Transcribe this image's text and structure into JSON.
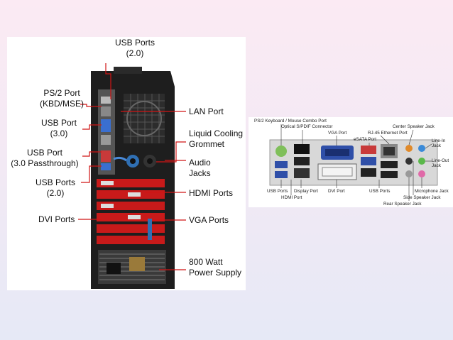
{
  "left_labels": {
    "usb_top": {
      "l1": "USB Ports",
      "l2": "(2.0)"
    },
    "ps2": {
      "l1": "PS/2 Port",
      "l2": "(KBD/MSE)"
    },
    "usb30": {
      "l1": "USB Port",
      "l2": "(3.0)"
    },
    "usb_pass": {
      "l1": "USB Port",
      "l2": "(3.0 Passthrough)"
    },
    "usb20": {
      "l1": "USB Ports",
      "l2": "(2.0)"
    },
    "dvi": {
      "l1": "DVI Ports"
    },
    "lan": {
      "l1": "LAN Port"
    },
    "liquid": {
      "l1": "Liquid Cooling",
      "l2": "Grommet"
    },
    "audio": {
      "l1": "Audio",
      "l2": "Jacks"
    },
    "hdmi": {
      "l1": "HDMI Ports"
    },
    "vga": {
      "l1": "VGA Ports"
    },
    "psu": {
      "l1": "800 Watt",
      "l2": "Power Supply"
    }
  },
  "right_labels": {
    "ps2_combo": "PS/2 Keyboard / Mouse Combo Port",
    "spdif": "Optical S/PDIF Connector",
    "vga_port": "VGA Port",
    "rj45": "RJ-45 Ethernet Port",
    "center_speaker": "Center Speaker Jack",
    "esata": "eSATA Port",
    "line_in": "Line-In Jack",
    "line_out": "Line-Out Jack",
    "usb_ports_left": "USB Ports",
    "display_port": "Display Port",
    "dvi_port": "DVI Port",
    "usb_ports_right": "USB Ports",
    "microphone": "Microphone Jack",
    "hdmi_port": "HDMI Port",
    "side_speaker": "Side Speaker Jack",
    "rear_speaker": "Rear Speaker Jack"
  },
  "colors": {
    "callout_line": "#d01414",
    "case_body": "#1e1e1e",
    "expansion_slot": "#c81a1a"
  }
}
